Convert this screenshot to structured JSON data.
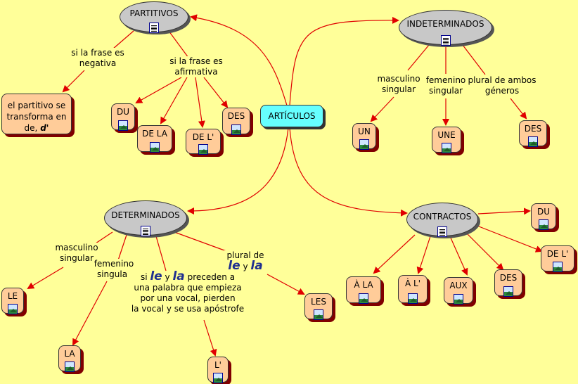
{
  "nodes": {
    "partitivos": "PARTITIVOS",
    "articulos": "ARTÍCULOS",
    "indeterminados": "INDETERMINADOS",
    "determinados": "DETERMINADOS",
    "contractos": "CONTRACTOS",
    "partitivo_note_text": "el partitivo se transforma en de,",
    "partitivo_note_em": "d'",
    "du": "DU",
    "de_la": "DE LA",
    "de_l": "DE L'",
    "des_part": "DES",
    "un": "UN",
    "une": "UNE",
    "des_ind": "DES",
    "le": "LE",
    "la": "LA",
    "l_apos": "L'",
    "les": "LES",
    "du_c": "DU",
    "de_l_c": "DE L'",
    "a_la": "À LA",
    "a_l": "À L'",
    "aux": "AUX",
    "des_c": "DES"
  },
  "labels": {
    "neg": "si la frase es negativa",
    "afirm": "si la frase es afirmativa",
    "masc_ind": "masculino singular",
    "fem_ind": "femenino singular",
    "plural_ind": "plural de ambos géneros",
    "masc_det": "masculino singular",
    "fem_det": "femenino singular",
    "le_la_si": "si",
    "le_word": "le",
    "y": "y",
    "la_word": "la",
    "le_la_rest1": "preceden a",
    "le_la_rest2": "una palabra que empieza",
    "le_la_rest3": "por una vocal, pierden",
    "le_la_rest4": "la vocal y se usa apóstrofe",
    "plural_det_1": "plural de",
    "plural_le": "le",
    "plural_y": "y",
    "plural_la": "la"
  },
  "colors": {
    "background": "#FFFF99",
    "concept": "#FFCC99",
    "ellipse": "#C8C8C8",
    "center": "#66FFFF",
    "arrow": "#E00000"
  },
  "icons": {
    "document": "document-icon",
    "image": "image-icon"
  }
}
